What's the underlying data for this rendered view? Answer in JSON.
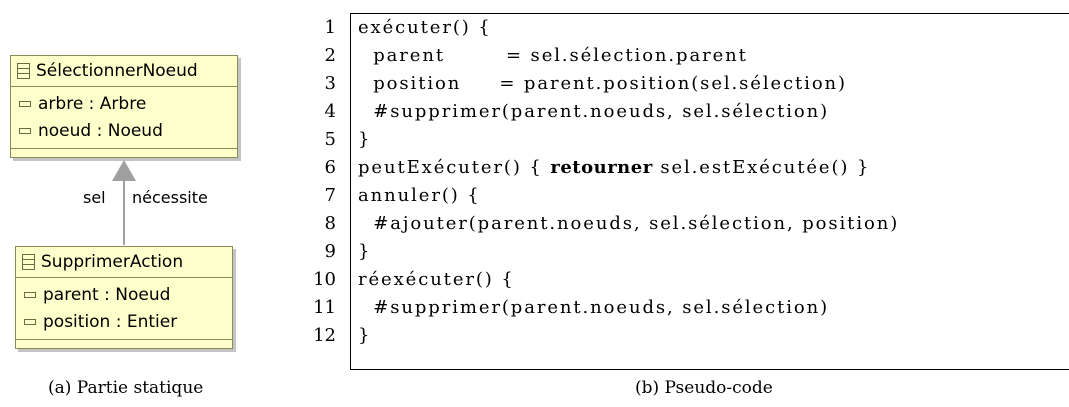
{
  "static": {
    "parent_class": {
      "name": "SélectionnerNoeud",
      "attributes": [
        "arbre : Arbre",
        "noeud : Noeud"
      ]
    },
    "child_class": {
      "name": "SupprimerAction",
      "attributes": [
        "parent : Noeud",
        "position : Entier"
      ]
    },
    "association": {
      "role": "sel",
      "stereotype": "nécessite"
    },
    "caption": "(a) Partie statique"
  },
  "code": {
    "line_numbers": [
      "1",
      "2",
      "3",
      "4",
      "5",
      "6",
      "7",
      "8",
      "9",
      "10",
      "11",
      "12"
    ],
    "lines": [
      "exécuter() {",
      "  parent        = sel.sélection.parent",
      "  position     = parent.position(sel.sélection)",
      "  #supprimer(parent.noeuds, sel.sélection)",
      "}",
      "peutExécuter() { ",
      "annuler() {",
      "  #ajouter(parent.noeuds, sel.sélection, position)",
      "}",
      "réexécuter() {",
      "  #supprimer(parent.noeuds, sel.sélection)",
      "}"
    ],
    "line6_keyword": "retourner",
    "line6_rest": " sel.estExécutée() }",
    "caption": "(b) Pseudo-code"
  }
}
